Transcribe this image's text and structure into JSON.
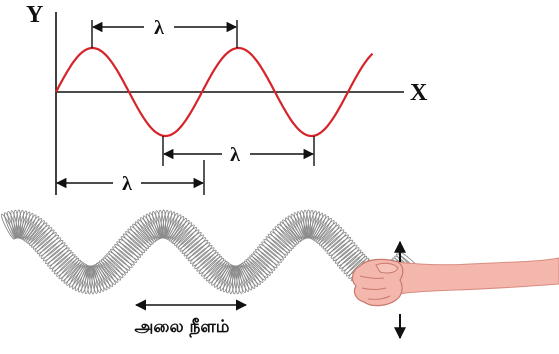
{
  "axis": {
    "y_label": "Y",
    "x_label": "X"
  },
  "wavelength_markers": [
    {
      "label": "λ"
    },
    {
      "label": "λ"
    },
    {
      "label": "λ"
    }
  ],
  "spring": {
    "caption": "அலை நீளம்"
  },
  "colors": {
    "wave": "#d6232a",
    "axis": "#111111",
    "spring": "#8a8a8a",
    "skin": "#f3b7ae",
    "skin_shadow": "#d98c80"
  }
}
